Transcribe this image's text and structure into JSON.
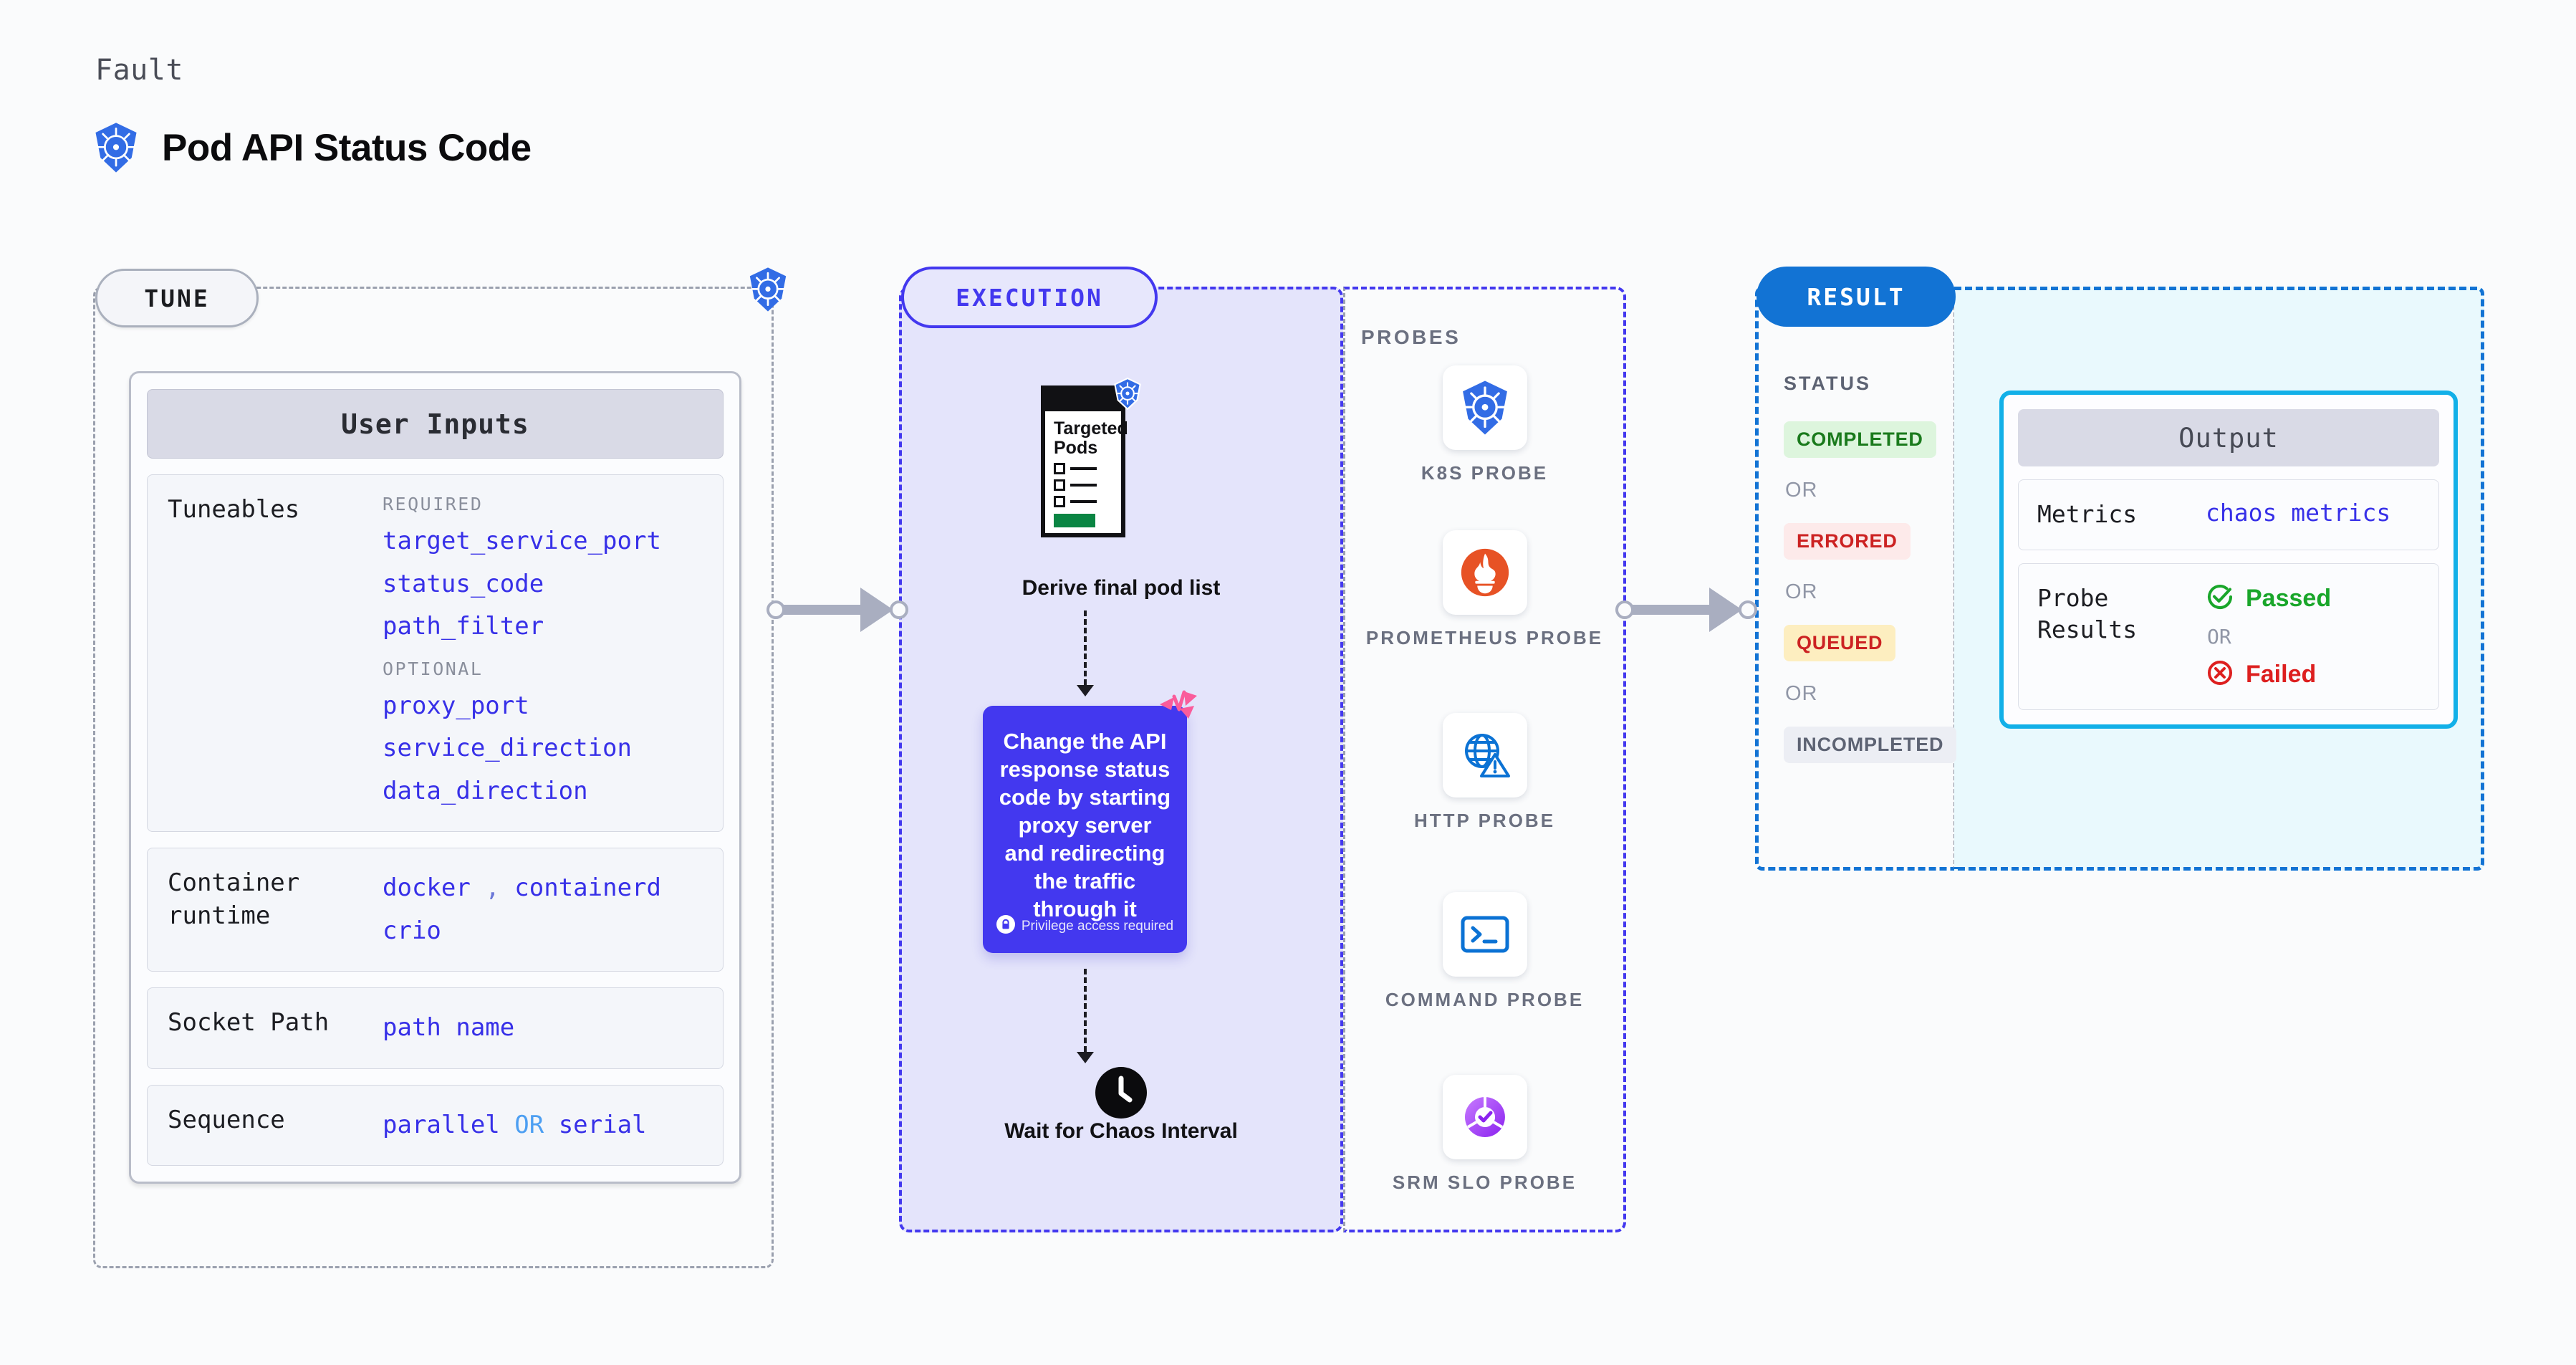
{
  "header": {
    "kicker": "Fault",
    "title": "Pod API Status Code",
    "icon": "kubernetes-icon"
  },
  "stages": {
    "tune": "TUNE",
    "execution": "EXECUTION",
    "result": "RESULT"
  },
  "tune": {
    "card_title": "User Inputs",
    "sections": [
      {
        "label": "Tuneables",
        "required_label": "REQUIRED",
        "required": [
          "target_service_port",
          "status_code",
          "path_filter"
        ],
        "optional_label": "OPTIONAL",
        "optional": [
          "proxy_port",
          "service_direction",
          "data_direction"
        ]
      },
      {
        "label": "Container runtime",
        "values": [
          "docker",
          "containerd",
          "crio"
        ],
        "separator": ","
      },
      {
        "label": "Socket Path",
        "values": [
          "path name"
        ]
      },
      {
        "label": "Sequence",
        "values": [
          "parallel",
          "serial"
        ],
        "keyword": "OR"
      }
    ]
  },
  "execution": {
    "targeted_card": {
      "title": "Targeted Pods",
      "icon": "kubernetes-icon",
      "rows": 3
    },
    "derive_caption": "Derive final pod list",
    "action": {
      "text": "Change the API response status code by starting proxy server and redirecting the traffic through it",
      "privilege_note": "Privilege access required",
      "privilege_icon": "lock-icon",
      "corner_icon": "harness-chaos-icon"
    },
    "wait": {
      "icon": "clock-icon",
      "caption": "Wait for Chaos Interval"
    }
  },
  "probes": {
    "title": "PROBES",
    "items": [
      {
        "label": "K8S PROBE",
        "icon": "kubernetes-icon"
      },
      {
        "label": "PROMETHEUS PROBE",
        "icon": "prometheus-icon"
      },
      {
        "label": "HTTP PROBE",
        "icon": "http-globe-warning-icon"
      },
      {
        "label": "COMMAND PROBE",
        "icon": "terminal-icon"
      },
      {
        "label": "SRM SLO PROBE",
        "icon": "srm-slo-donut-check-icon"
      }
    ]
  },
  "result": {
    "status_title": "STATUS",
    "or_label": "OR",
    "statuses": [
      {
        "label": "COMPLETED",
        "bg": "#ddf5dd",
        "fg": "#1a7a1c"
      },
      {
        "label": "ERRORED",
        "bg": "#fdeaea",
        "fg": "#cc2222"
      },
      {
        "label": "QUEUED",
        "bg": "#fdeec0",
        "fg": "#cc2222"
      },
      {
        "label": "INCOMPLETED",
        "bg": "#eceef4",
        "fg": "#5d6373"
      }
    ]
  },
  "output": {
    "card_title": "Output",
    "metrics_label": "Metrics",
    "metrics_value": "chaos metrics",
    "probe_results_label": "Probe Results",
    "passed": "Passed",
    "failed": "Failed",
    "or_label": "OR",
    "passed_icon": "check-circle-icon",
    "failed_icon": "x-circle-icon"
  },
  "colors": {
    "kubernetes_blue": "#326ce5",
    "execution_purple": "#4338ef",
    "result_blue": "#1273d4",
    "output_cyan": "#12b0e8",
    "code_blue": "#3730e8",
    "success_green": "#19a62a",
    "error_red": "#dd1f1f",
    "background": "#fafbfc"
  }
}
